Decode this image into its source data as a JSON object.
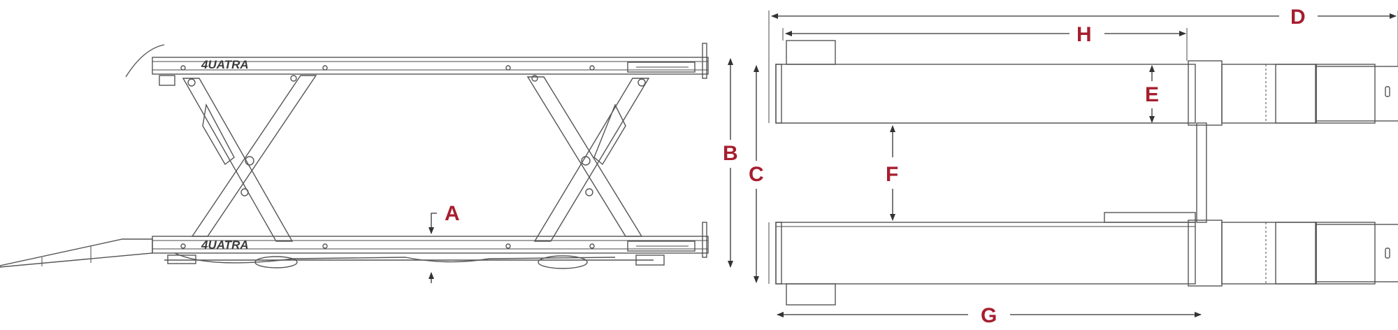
{
  "dimension_labels": {
    "A": "A",
    "B": "B",
    "C": "C",
    "D": "D",
    "E": "E",
    "F": "F",
    "G": "G",
    "H": "H"
  },
  "brand": {
    "logo_top": "4UATRA",
    "logo_bottom": "4UATRA"
  },
  "colors": {
    "label": "#a61e2e",
    "line": "#4a4a4a",
    "panel": "#f2f2f2"
  }
}
